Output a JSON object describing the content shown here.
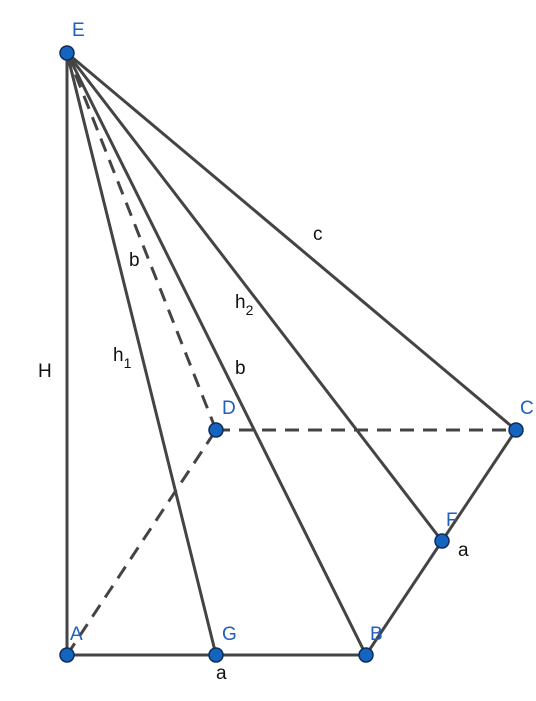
{
  "diagram": {
    "colors": {
      "edge": "#444444",
      "point_fill": "#1565c0",
      "point_stroke": "#0d2c5a",
      "point_label": "#1f5fbf",
      "text": "#111111"
    },
    "points": {
      "E": "E",
      "A": "A",
      "G": "G",
      "B": "B",
      "F": "F",
      "C": "C",
      "D": "D"
    },
    "labels": {
      "H": "H",
      "b_hidden": "b",
      "h1_main": "h",
      "h1_sub": "1",
      "b_front": "b",
      "h2_main": "h",
      "h2_sub": "2",
      "c": "c",
      "a_bottom": "a",
      "a_side": "a"
    }
  }
}
